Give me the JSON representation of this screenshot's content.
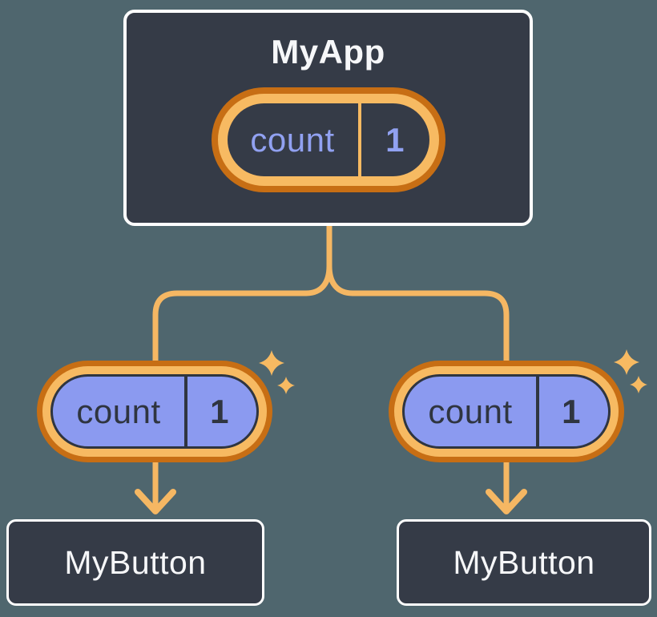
{
  "tree": {
    "root": {
      "title": "MyApp",
      "state": {
        "name": "count",
        "value": "1"
      }
    },
    "children": [
      {
        "title": "MyButton",
        "state": {
          "name": "count",
          "value": "1"
        }
      },
      {
        "title": "MyButton",
        "state": {
          "name": "count",
          "value": "1"
        }
      }
    ]
  },
  "icons": {
    "sparkles": "sparkle-icon",
    "arrowheads": "arrow-down-icon"
  },
  "colors": {
    "background": "#4f666e",
    "card_fill": "#353b47",
    "card_border": "#ffffff",
    "text_light": "#f6f7f9",
    "accent_dark": "#c76e14",
    "accent_light": "#f7ba62",
    "wire": "#f5b763",
    "state_fill": "#8b9af0",
    "state_text_purple": "#91a1f1",
    "state_text_dark": "#2f3540",
    "sparkle": "#f7ba62"
  }
}
